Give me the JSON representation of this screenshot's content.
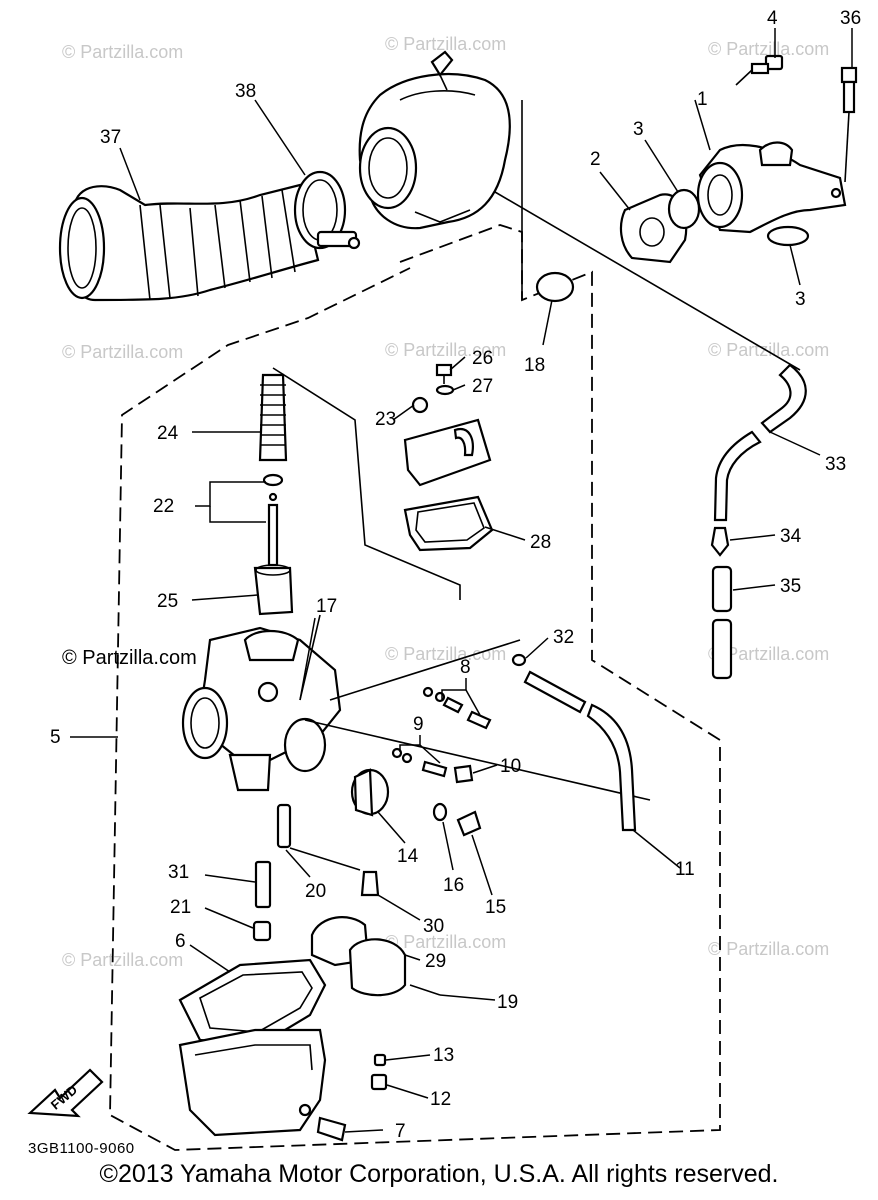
{
  "watermark": "© Partzilla.com",
  "diagram_code": "3GB1100-9060",
  "fwd_label": "FWD",
  "copyright": "©2013 Yamaha Motor Corporation, U.S.A. All rights reserved.",
  "callouts": [
    "1",
    "2",
    "3",
    "3",
    "4",
    "5",
    "6",
    "7",
    "8",
    "9",
    "10",
    "11",
    "12",
    "13",
    "14",
    "15",
    "16",
    "17",
    "18",
    "19",
    "20",
    "21",
    "22",
    "23",
    "24",
    "25",
    "26",
    "27",
    "28",
    "29",
    "30",
    "31",
    "32",
    "33",
    "34",
    "35",
    "36",
    "37",
    "38"
  ]
}
